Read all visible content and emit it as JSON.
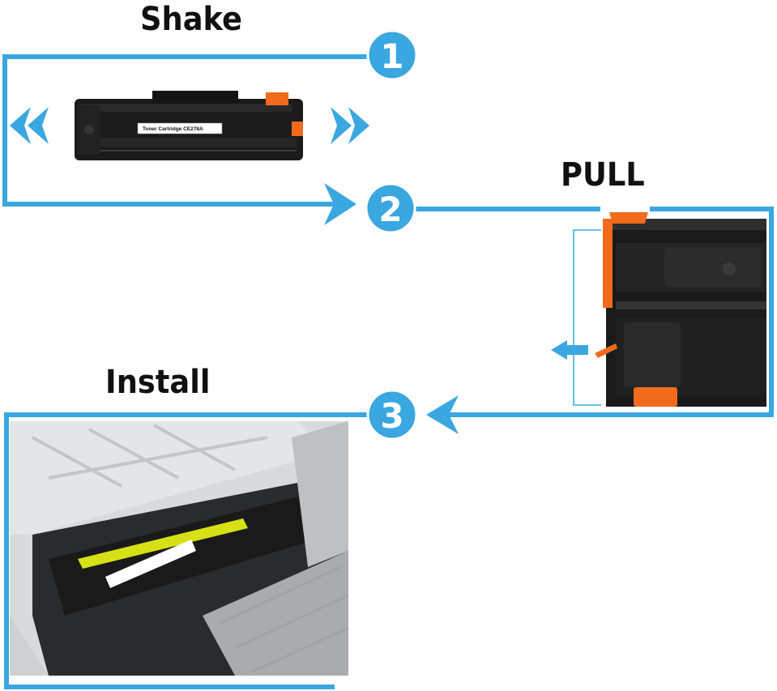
{
  "steps": [
    {
      "number": "1",
      "heading": "Shake"
    },
    {
      "number": "2",
      "heading": "PULL"
    },
    {
      "number": "3",
      "heading": "Install"
    }
  ],
  "cartridge": {
    "label": "Toner Cartridge CE278A"
  },
  "colors": {
    "flow_blue": "#3aa7e0",
    "circle_blue": "#3aa7e0",
    "tab_orange": "#f26a1b",
    "cartridge_black": "#1b1b1b",
    "printer_gray": "#d9dadb"
  },
  "icons": [
    "left-double-chevron-icon",
    "right-double-chevron-icon",
    "left-arrow-icon"
  ]
}
